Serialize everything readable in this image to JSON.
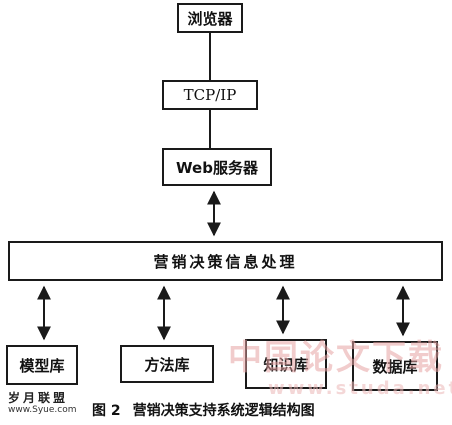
{
  "nodes": {
    "browser": "浏览器",
    "tcp_ip": "TCP/IP",
    "web_server": "Web服务器",
    "processing": "营销决策信息处理",
    "model_base": "模型库",
    "method_base": "方法库",
    "knowledge_base": "知识库",
    "data_base": "数据库"
  },
  "caption": {
    "number": "图 2",
    "title": "营销决策支持系统逻辑结构图"
  },
  "logo": {
    "name": "岁月联盟",
    "url": "www.Syue.com"
  },
  "watermark": {
    "main": "中国论文下载",
    "sub": "www.studa.net"
  },
  "colors": {
    "stroke": "#1a1a1a",
    "watermark": "#e7a3a3"
  }
}
